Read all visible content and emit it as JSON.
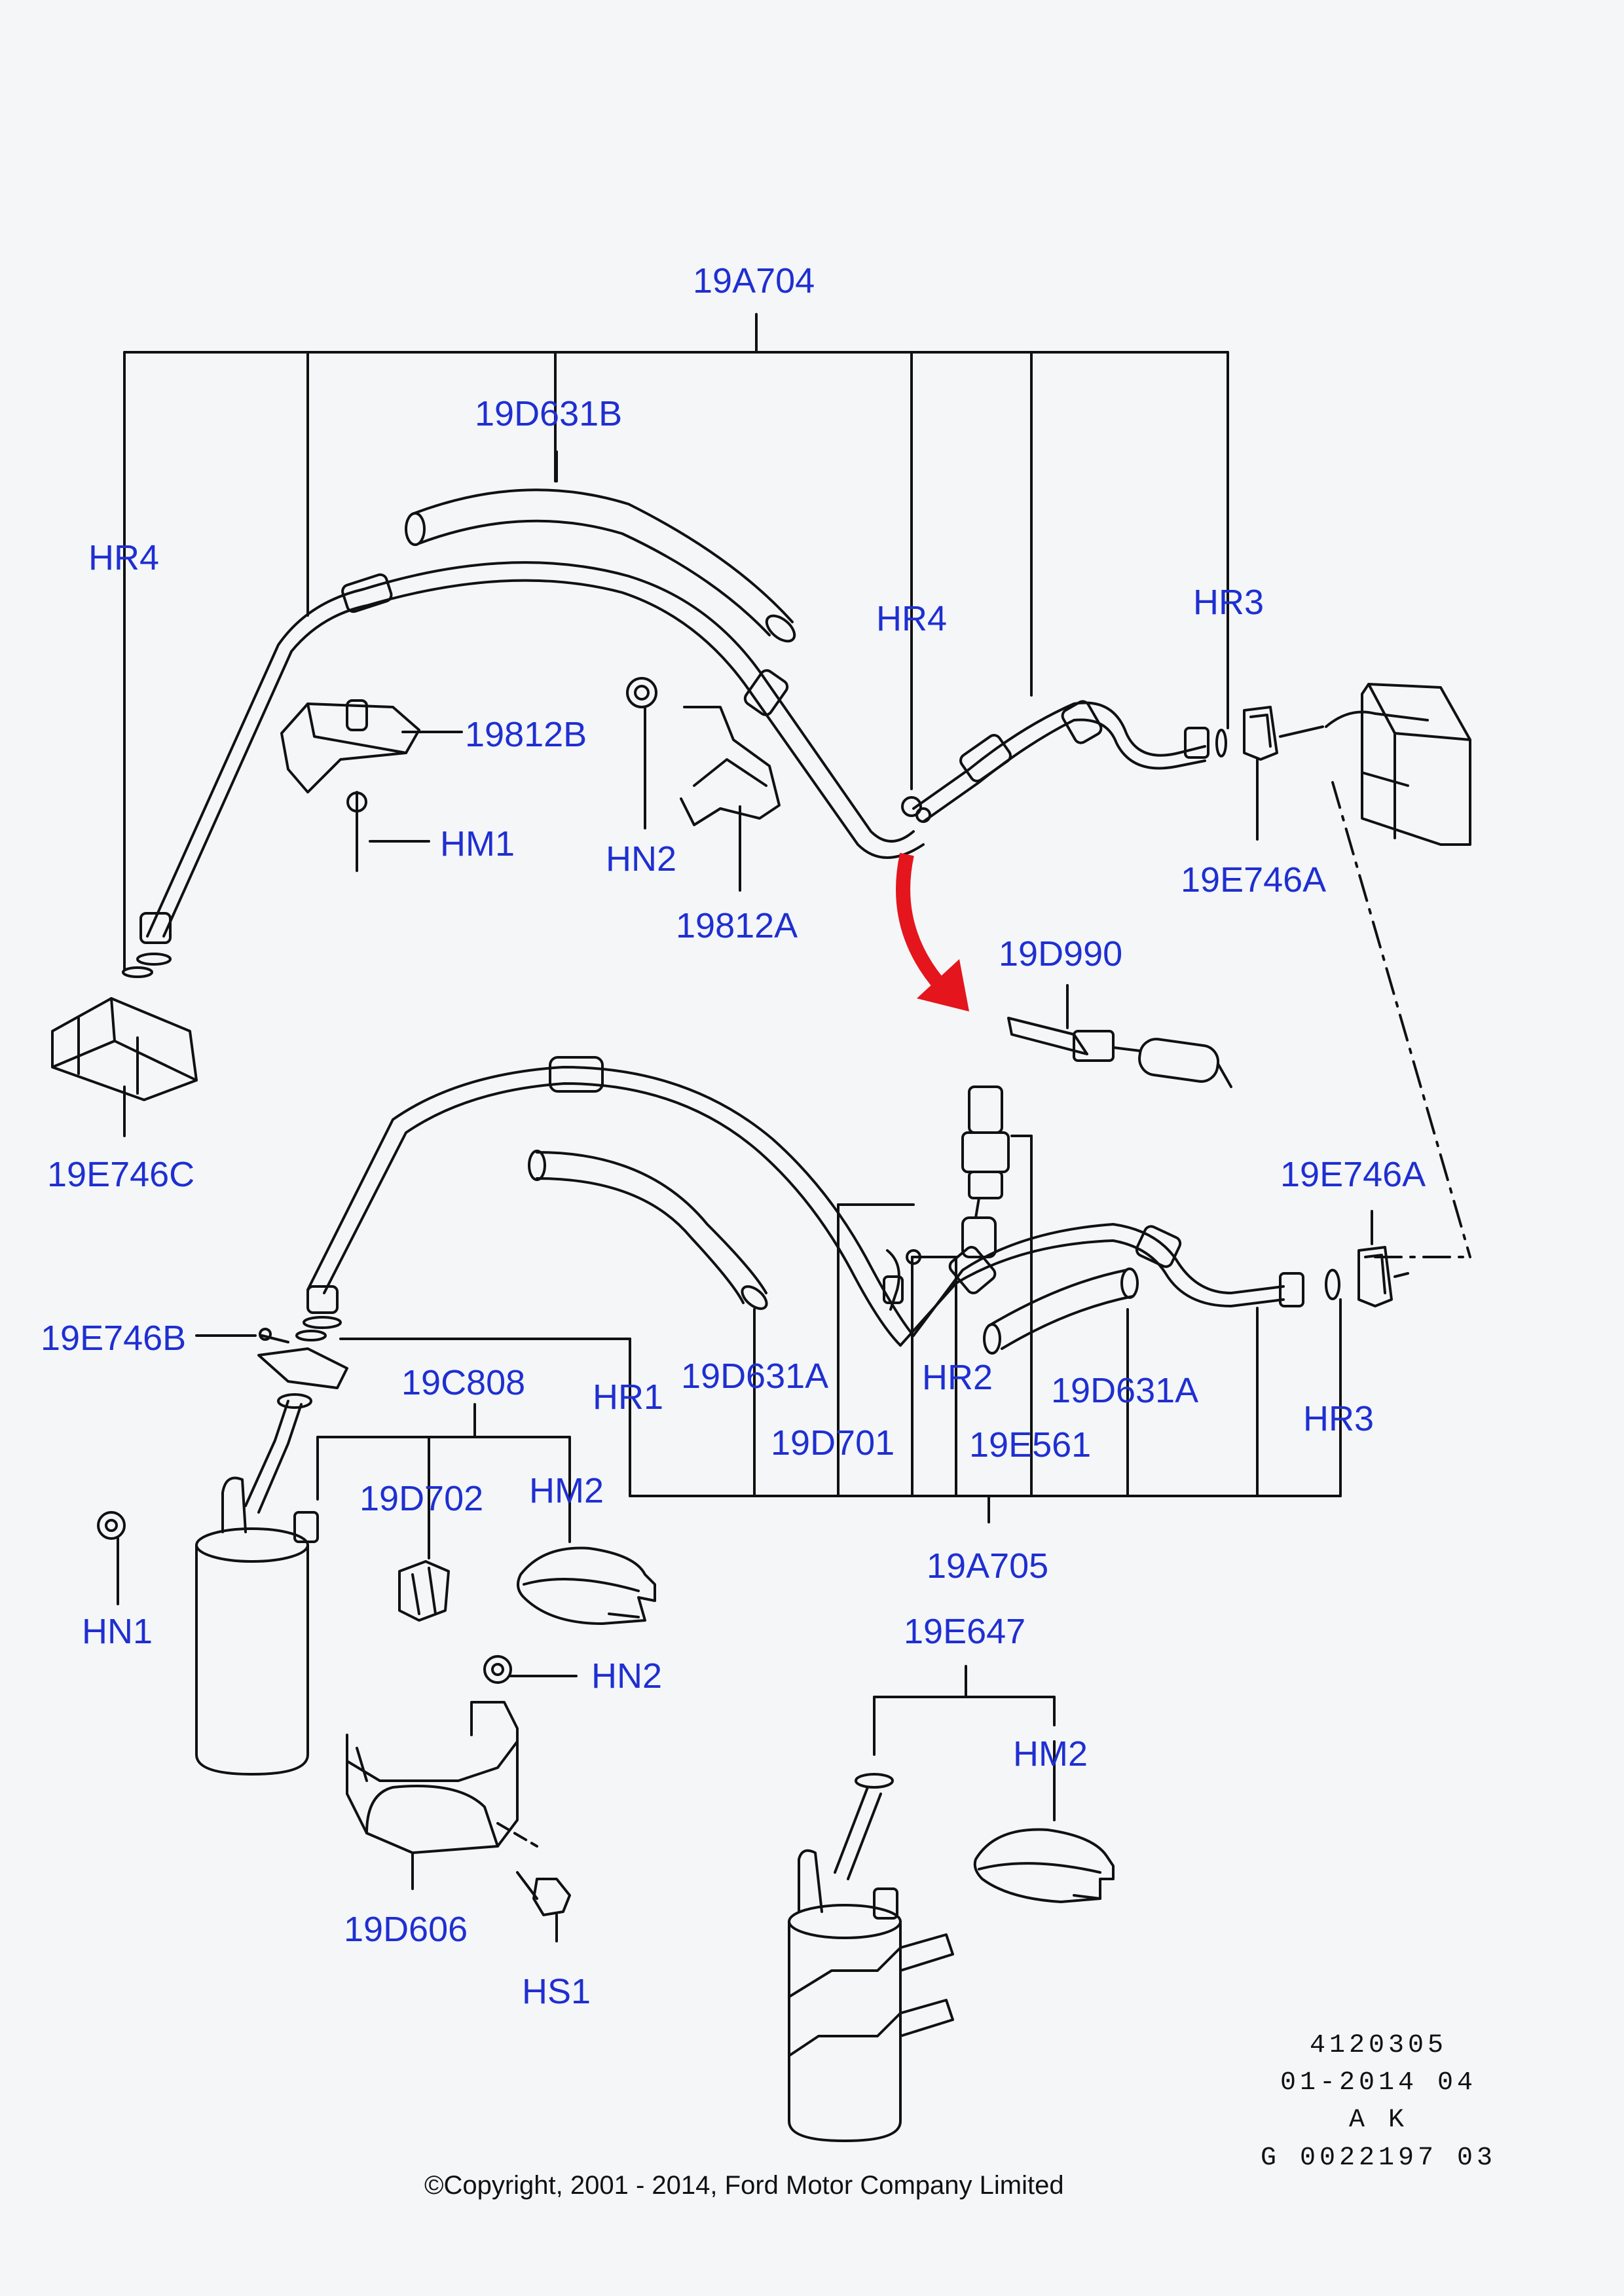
{
  "labels": {
    "a704": "19A704",
    "d631b": "19D631B",
    "hr4_left": "HR4",
    "hr4_mid": "HR4",
    "hr3_top": "HR3",
    "b812": "19812B",
    "hm1": "HM1",
    "hn2_top": "HN2",
    "a812": "19812A",
    "e746a_top": "19E746A",
    "d990": "19D990",
    "e746c": "19E746C",
    "e746a_bot": "19E746A",
    "e746b": "19E746B",
    "d631a_left": "19D631A",
    "hr2": "HR2",
    "d631a_right": "19D631A",
    "c808": "19C808",
    "hr1": "HR1",
    "hr3_bot": "HR3",
    "d701": "19D701",
    "e561": "19E561",
    "d702": "19D702",
    "hm2_left": "HM2",
    "a705": "19A705",
    "hn1": "HN1",
    "e647": "19E647",
    "hn2_bot": "HN2",
    "hm2_right": "HM2",
    "d606": "19D606",
    "hs1": "HS1"
  },
  "meta": {
    "line1": "4120305",
    "line2": "01-2014 04",
    "line3": "A K",
    "line4": "G 0022197 03"
  },
  "copyright": "©Copyright, 2001 - 2014, Ford Motor Company Limited",
  "colors": {
    "label": "#1f2fd1",
    "arrow": "#e4151c",
    "line": "#111111",
    "background": "#f4f6f8"
  }
}
